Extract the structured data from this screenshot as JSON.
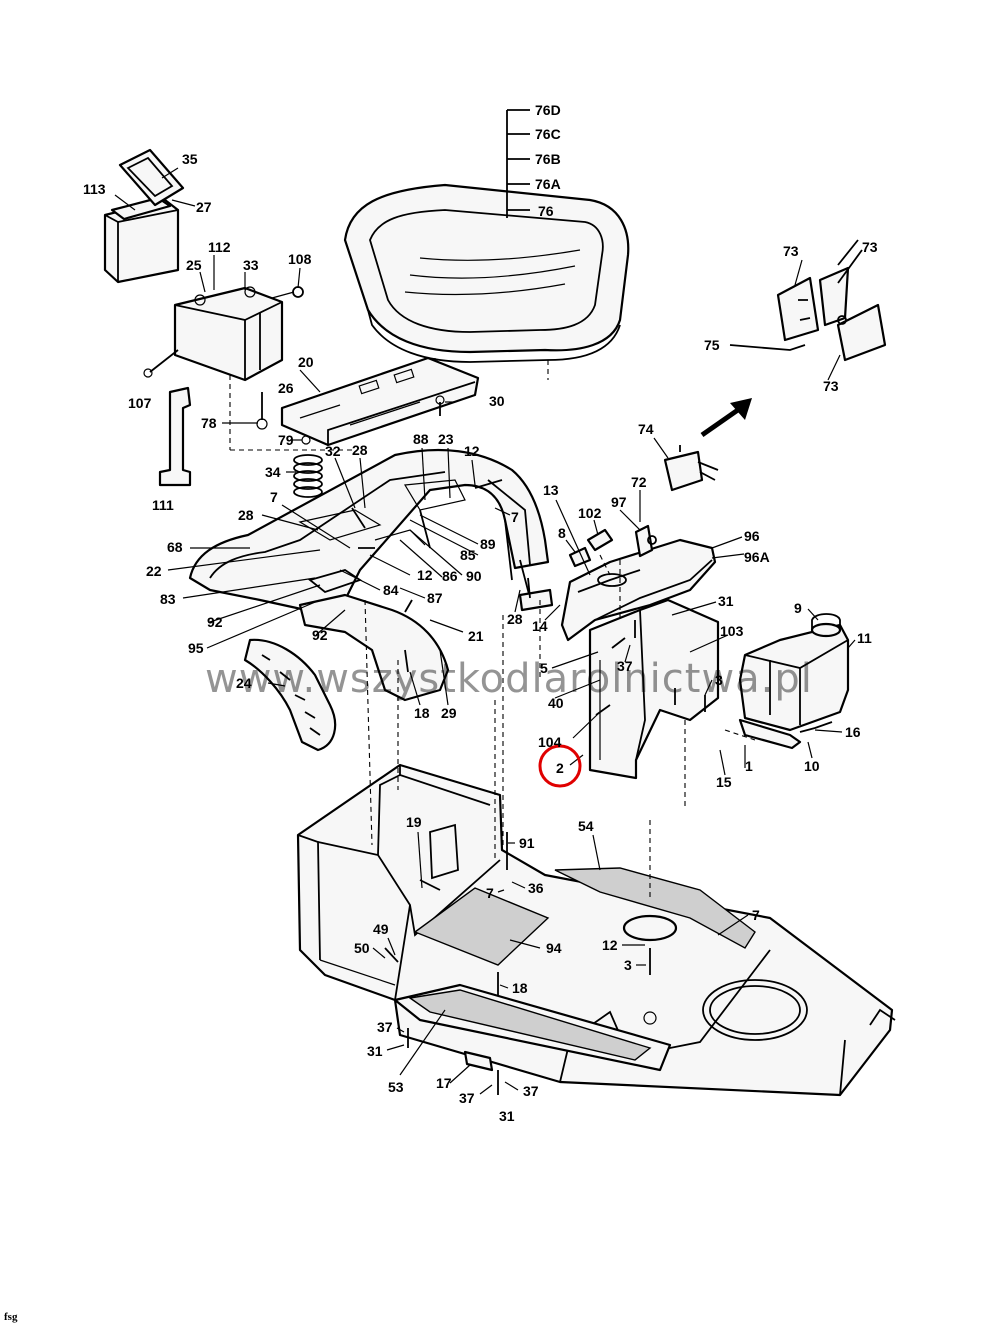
{
  "colors": {
    "ink": "#000000",
    "highlight": "#e00000",
    "paper": "#ffffff"
  },
  "watermark": "www.wszystkodlarolnictwa.pl",
  "footer_code": "fsg",
  "highlighted_part": "2",
  "labels": {
    "l76D": "76D",
    "l76C": "76C",
    "l76B": "76B",
    "l76A": "76A",
    "l76": "76",
    "l35": "35",
    "l113": "113",
    "l27": "27",
    "l112": "112",
    "l25": "25",
    "l33": "33",
    "l108": "108",
    "l107": "107",
    "l20": "20",
    "l26": "26",
    "l30": "30",
    "l78": "78",
    "l79": "79",
    "l111": "111",
    "l34": "34",
    "l32": "32",
    "l28a": "28",
    "l88": "88",
    "l23": "23",
    "l12a": "12",
    "l7a": "7",
    "l7b": "7",
    "l28b": "28",
    "l68": "68",
    "l22": "22",
    "l85": "85",
    "l89": "89",
    "l12b": "12",
    "l86": "86",
    "l90": "90",
    "l83": "83",
    "l84": "84",
    "l87": "87",
    "l92a": "92",
    "l92b": "92",
    "l95": "95",
    "l21": "21",
    "l24": "24",
    "l18a": "18",
    "l29": "29",
    "l28c": "28",
    "l14": "14",
    "l13": "13",
    "l8": "8",
    "l102": "102",
    "l97": "97",
    "l72": "72",
    "l74": "74",
    "l96": "96",
    "l96A": "96A",
    "l31a": "31",
    "l37a": "37",
    "l5": "5",
    "l40": "40",
    "l103": "103",
    "l3a": "3",
    "l104": "104",
    "l2": "2",
    "l9": "9",
    "l11": "11",
    "l16": "16",
    "l10": "10",
    "l1": "1",
    "l15": "15",
    "l73a": "73",
    "l73b": "73",
    "l73c": "73",
    "l75": "75",
    "l19": "19",
    "l91": "91",
    "l54": "54",
    "l7c": "7",
    "l36": "36",
    "l7d": "7",
    "l49": "49",
    "l50": "50",
    "l94": "94",
    "l12c": "12",
    "l3b": "3",
    "l18b": "18",
    "l37b": "37",
    "l31b": "31",
    "l53": "53",
    "l17": "17",
    "l37c": "37",
    "l37d": "37",
    "l31c": "31"
  }
}
